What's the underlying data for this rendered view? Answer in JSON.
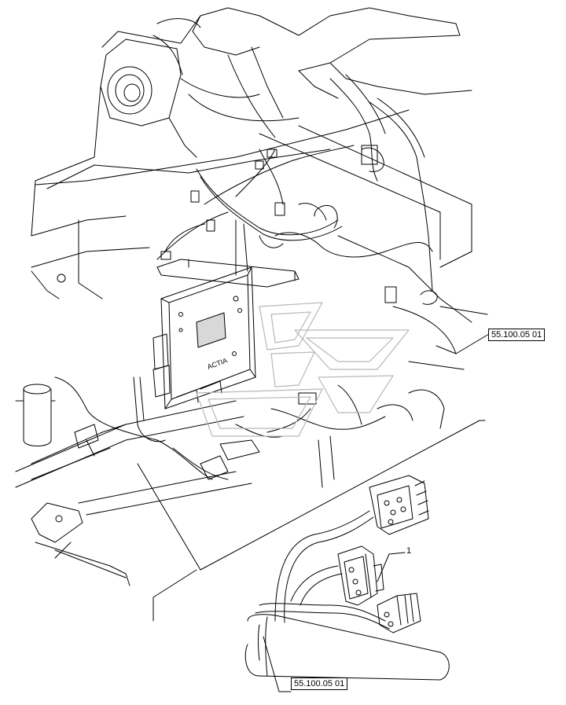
{
  "references": {
    "top_right": "55.100.05 01",
    "bottom": "55.100.05 01"
  },
  "callouts": {
    "item_1": "1"
  },
  "module_label": "ACTIA",
  "colors": {
    "line": "#000000",
    "background": "#ffffff",
    "watermark": "#b8b8b8"
  }
}
